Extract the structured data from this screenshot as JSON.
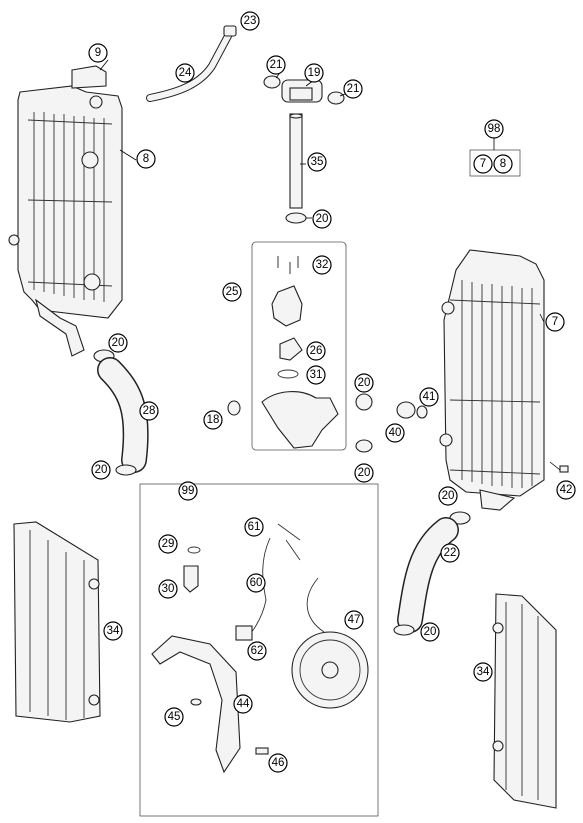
{
  "callouts": {
    "c23": "23",
    "c9": "9",
    "c24": "24",
    "c21a": "21",
    "c19": "19",
    "c21b": "21",
    "c8": "8",
    "c35": "35",
    "c20a": "20",
    "c98": "98",
    "c7a": "7",
    "c8b": "8",
    "c32": "32",
    "c25": "25",
    "c7": "7",
    "c20b": "20",
    "c26": "26",
    "c31": "31",
    "c20c": "20",
    "c41": "41",
    "c28": "28",
    "c18": "18",
    "c40": "40",
    "c20d": "20",
    "c20e": "20",
    "c42": "42",
    "c99": "99",
    "c20f": "20",
    "c61": "61",
    "c29": "29",
    "c22": "22",
    "c30": "30",
    "c60": "60",
    "c47": "47",
    "c34a": "34",
    "c20g": "20",
    "c62": "62",
    "c44": "44",
    "c34b": "34",
    "c45": "45",
    "c46": "46"
  },
  "colors": {
    "line": "#000000",
    "part_fill": "#f4f4f4",
    "background": "#ffffff"
  }
}
